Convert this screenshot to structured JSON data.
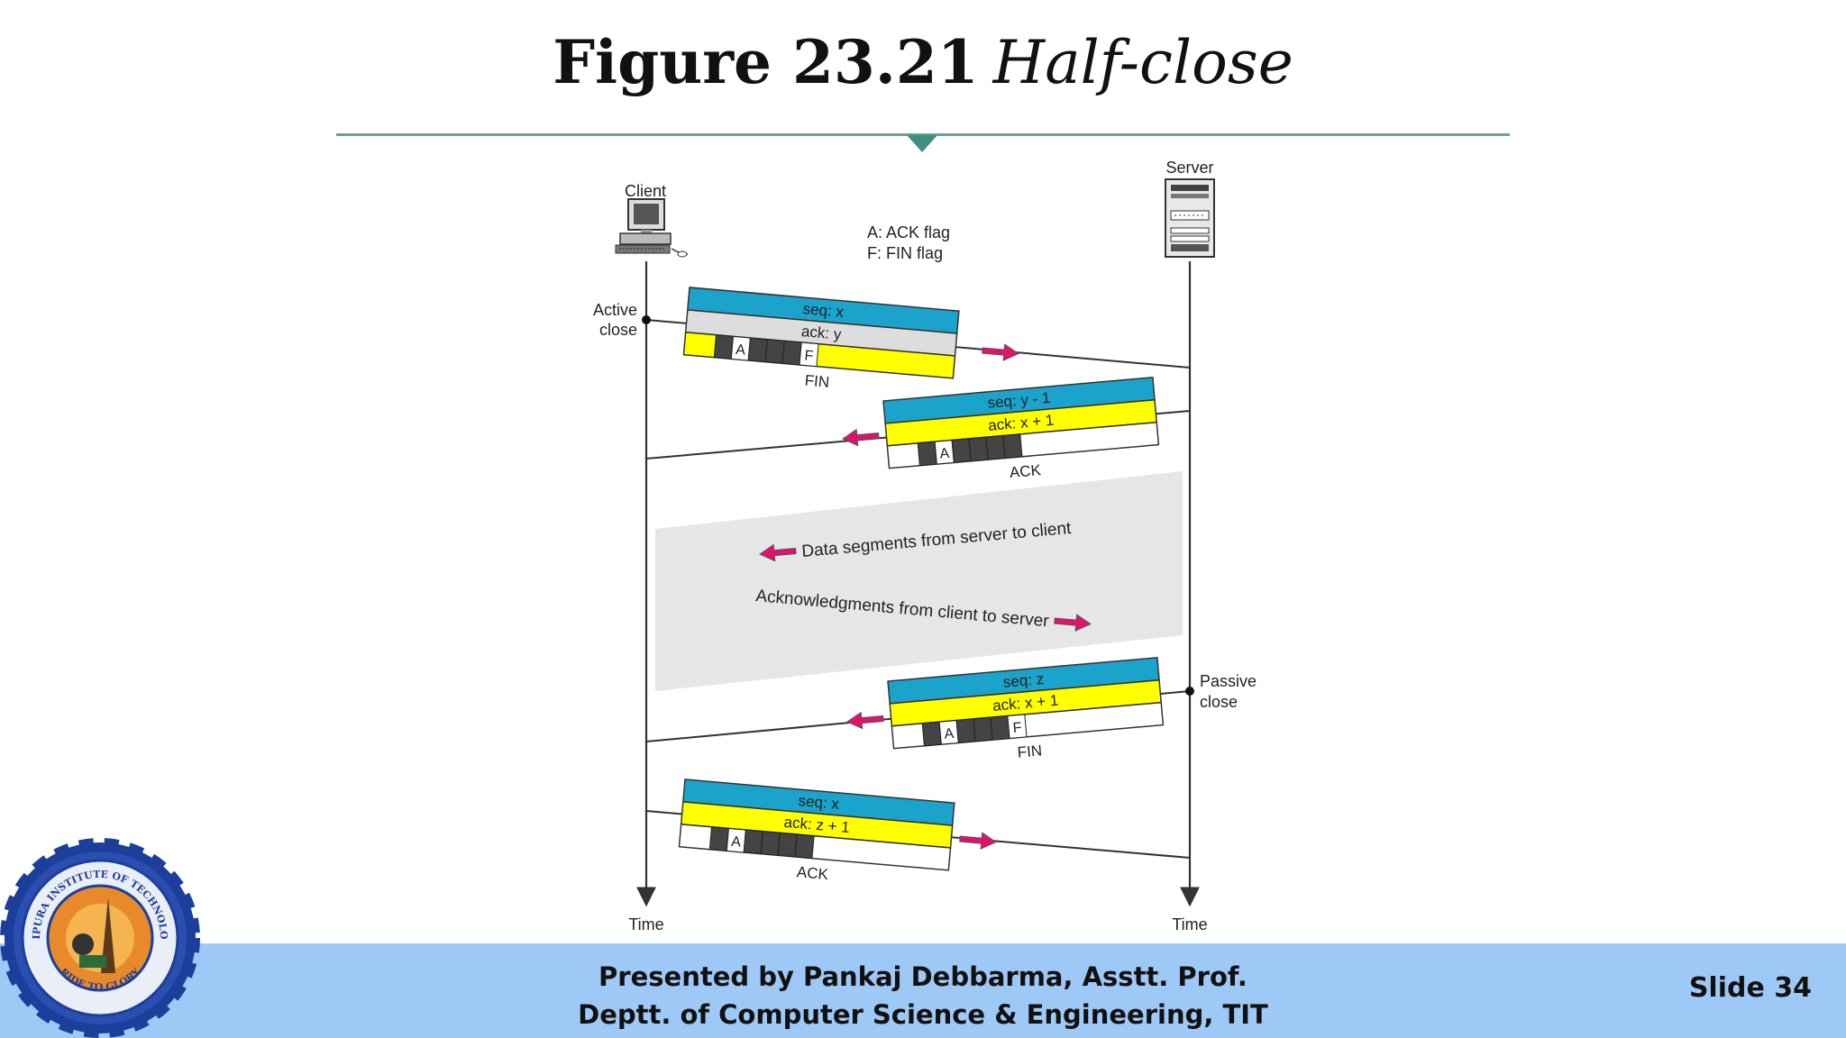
{
  "title": {
    "number": "Figure 23.21",
    "subtitle": "Half-close"
  },
  "legend": {
    "ack": "A: ACK flag",
    "fin": "F: FIN flag"
  },
  "hosts": {
    "client": "Client",
    "server": "Server",
    "time_left": "Time",
    "time_right": "Time"
  },
  "annotations": {
    "active_close": [
      "Active",
      "close"
    ],
    "passive_close": [
      "Passive",
      "close"
    ],
    "data_segments": "Data segments from server to client",
    "acknowledgments": "Acknowledgments from client to server"
  },
  "segments": [
    {
      "seq": "seq: x",
      "ack": "ack: y",
      "flag1": "A",
      "flag2": "F",
      "caption": "FIN"
    },
    {
      "seq": "seq: y - 1",
      "ack": "ack: x + 1",
      "flag1": "A",
      "caption": "ACK"
    },
    {
      "seq": "seq: z",
      "ack": "ack: x + 1",
      "flag1": "A",
      "flag2": "F",
      "caption": "FIN"
    },
    {
      "seq": "seq: x",
      "ack": "ack: z + 1",
      "flag1": "A",
      "caption": "ACK"
    }
  ],
  "logo": {
    "top_text": "TRIPURA INSTITUTE OF TECHNOLOGY",
    "bottom_text": "RIDE TO GLORY"
  },
  "footer": {
    "line1": "Presented by Pankaj Debbarma, Asstt. Prof.",
    "line2": "Deptt. of Computer Science & Engineering, TIT",
    "slide": "Slide 34"
  },
  "colors": {
    "seq_fill": "#1ba3cc",
    "yellow": "#ffff00",
    "arrow": "#e0126e",
    "gray_band": "#e6e6e8",
    "footer": "#9ec9f7"
  }
}
